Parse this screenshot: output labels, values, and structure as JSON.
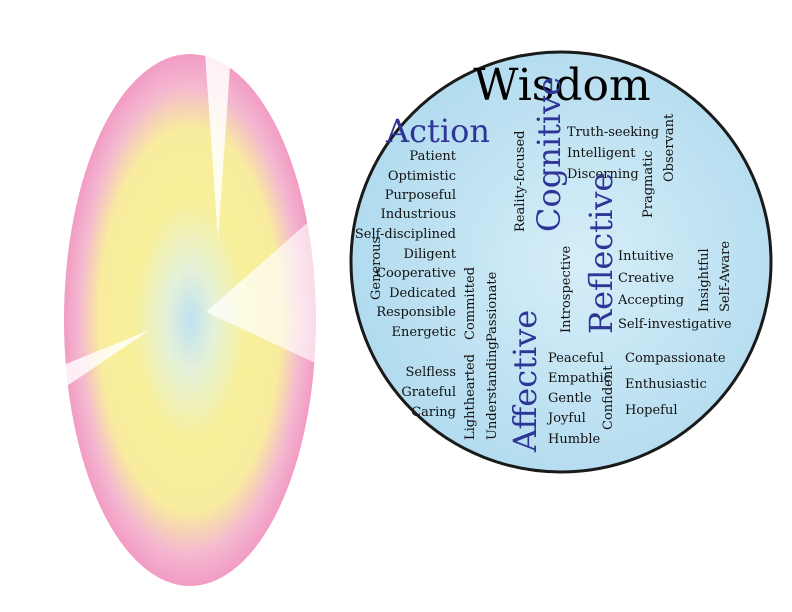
{
  "diagram": {
    "title": "Wisdom",
    "colors": {
      "outer_ring": "#f29cc4",
      "middle_ring": "#f8f09a",
      "center": "#bfe0f0",
      "circle_fill": "#bde3f2",
      "heading": "#2e3596",
      "text": "#111111"
    },
    "categories": {
      "action": {
        "label": "Action",
        "words": [
          "Patient",
          "Optimistic",
          "Purposeful",
          "Industrious",
          "Self-disciplined",
          "Diligent",
          "Cooperative",
          "Dedicated",
          "Responsible",
          "Energetic"
        ],
        "vertical_words": [
          "Generous",
          "Committed",
          "Passionate"
        ]
      },
      "cognitive": {
        "label": "Cognitive",
        "words": [
          "Truth-seeking",
          "Intelligent",
          "Discerning"
        ],
        "vertical_words": [
          "Reality-focused",
          "Pragmatic",
          "Observant"
        ]
      },
      "reflective": {
        "label": "Reflective",
        "words": [
          "Intuitive",
          "Creative",
          "Accepting",
          "Self-investigative"
        ],
        "vertical_words": [
          "Introspective",
          "Insightful",
          "Self-Aware"
        ]
      },
      "affective": {
        "label": "Affective",
        "words_left": [
          "Selfless",
          "Grateful",
          "Caring"
        ],
        "words_mid": [
          "Peaceful",
          "Empathic",
          "Gentle",
          "Joyful",
          "Humble"
        ],
        "words_right": [
          "Compassionate",
          "Enthusiastic",
          "Hopeful"
        ],
        "vertical_words": [
          "Lighthearted",
          "Understanding",
          "Confident"
        ]
      }
    }
  }
}
